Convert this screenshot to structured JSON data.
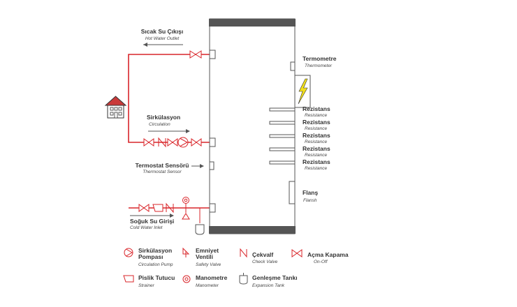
{
  "colors": {
    "pipe": "#d9252a",
    "tank_cap": "#555555",
    "outline": "#555555",
    "bolt": "#f2e01c",
    "house_roof": "#c93a3a"
  },
  "labels": {
    "hot_outlet": {
      "tr": "Sıcak Su Çıkışı",
      "en": "Hot Water Outlet"
    },
    "circulation": {
      "tr": "Sirkülasyon",
      "en": "Circulation"
    },
    "thermostat_sensor": {
      "tr": "Termostat Sensörü",
      "en": "Thermostat Sensor"
    },
    "cold_inlet": {
      "tr": "Soğuk Su Girişi",
      "en": "Cold Water Inlet"
    },
    "thermometer": {
      "tr": "Termometre",
      "en": "Thermometer"
    },
    "resistances": [
      {
        "tr": "Rezistans",
        "en": "Resistance"
      },
      {
        "tr": "Rezistans",
        "en": "Resistance"
      },
      {
        "tr": "Rezistans",
        "en": "Resistance"
      },
      {
        "tr": "Rezistans",
        "en": "Resistance"
      },
      {
        "tr": "Rezistans",
        "en": "Resistance"
      }
    ],
    "flange": {
      "tr": "Flanş",
      "en": "Flansh"
    }
  },
  "legend": [
    {
      "icon": "circulation-pump-icon",
      "tr1": "Sirkülasyon",
      "tr2": "Pompası",
      "en": "Circulation Pump"
    },
    {
      "icon": "safety-valve-icon",
      "tr1": "Emniyet",
      "tr2": "Ventili",
      "en": "Safety Valve"
    },
    {
      "icon": "check-valve-icon",
      "tr1": "Çekvalf",
      "tr2": "",
      "en": "Check Valve"
    },
    {
      "icon": "on-off-valve-icon",
      "tr1": "Açma Kapama",
      "tr2": "",
      "en": "On-Off"
    },
    {
      "icon": "strainer-icon",
      "tr1": "Pislik Tutucu",
      "tr2": "",
      "en": "Strainer"
    },
    {
      "icon": "manometer-icon",
      "tr1": "Manometre",
      "tr2": "",
      "en": "Manometer"
    },
    {
      "icon": "expansion-tank-icon",
      "tr1": "Genleşme Tankı",
      "tr2": "",
      "en": "Expansion Tank"
    }
  ]
}
